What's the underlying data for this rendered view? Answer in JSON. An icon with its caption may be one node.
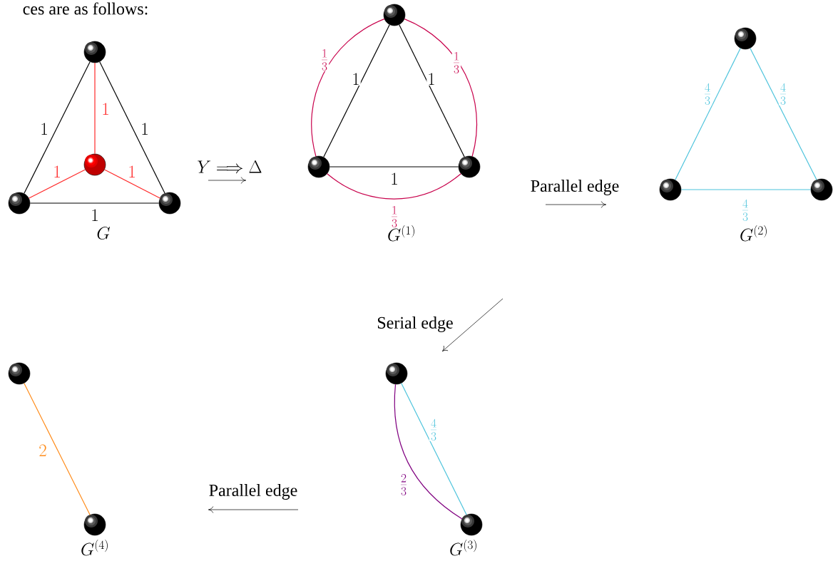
{
  "diagram": {
    "nodes": [
      {
        "text": [],
        "shape": "circle"
      },
      {
        "text": [],
        "shape": "circle"
      },
      {
        "text": [],
        "shape": "circle"
      },
      {
        "text": [],
        "shape": "circle"
      },
      {
        "text": [],
        "shape": "circle"
      },
      {
        "text": [],
        "shape": "circle"
      },
      {
        "text": [],
        "shape": "circle"
      },
      {
        "text": [],
        "shape": "circle"
      },
      {
        "text": [],
        "shape": "circle"
      },
      {
        "text": [],
        "shape": "circle"
      },
      {
        "text": [],
        "shape": "circle"
      },
      {
        "text": [],
        "shape": "circle"
      },
      {
        "text": [],
        "shape": "circle"
      },
      {
        "text": [],
        "shape": "circle"
      }
    ],
    "edges": [
      {
        "from": 0,
        "to": 2,
        "arrow": "none",
        "label": "1"
      },
      {
        "from": 0,
        "to": 3,
        "arrow": "none",
        "label": "1"
      },
      {
        "from": 2,
        "to": 3,
        "arrow": "none",
        "label": "1"
      },
      {
        "from": 1,
        "to": 0,
        "arrow": "none",
        "label": "1",
        "color": "#ff2a2a"
      },
      {
        "from": 1,
        "to": 2,
        "arrow": "none",
        "label": "1",
        "color": "#ff2a2a"
      },
      {
        "from": 1,
        "to": 3,
        "arrow": "none",
        "label": "1",
        "color": "#ff2a2a"
      },
      {
        "from": 4,
        "to": 5,
        "arrow": "none",
        "label": "1"
      },
      {
        "from": 4,
        "to": 6,
        "arrow": "none",
        "label": "1"
      },
      {
        "from": 5,
        "to": 6,
        "arrow": "none",
        "label": "1"
      },
      {
        "from": 4,
        "to": 5,
        "arrow": "none",
        "label": "\\frac{1}{3}",
        "color": "#c8004b"
      },
      {
        "from": 4,
        "to": 6,
        "arrow": "none",
        "label": "\\frac{1}{3}",
        "color": "#c8004b"
      },
      {
        "from": 5,
        "to": 6,
        "arrow": "none",
        "label": "\\frac{1}{3}",
        "color": "#c8004b"
      },
      {
        "from": 7,
        "to": 8,
        "arrow": "none",
        "label": "\\frac{4}{3}",
        "color": "#4cc3dc"
      },
      {
        "from": 7,
        "to": 9,
        "arrow": "none",
        "label": "\\frac{4}{3}",
        "color": "#4cc3dc"
      },
      {
        "from": 8,
        "to": 9,
        "arrow": "none",
        "label": "\\frac{4}{3}",
        "color": "#4cc3dc"
      },
      {
        "from": 10,
        "to": 11,
        "arrow": "none",
        "label": "\\frac{4}{3}",
        "color": "#4cc3dc"
      },
      {
        "from": 10,
        "to": 11,
        "arrow": "none",
        "label": "\\frac{2}{3}",
        "color": "#800080"
      },
      {
        "from": 12,
        "to": 13,
        "arrow": "none",
        "label": "2",
        "color": "#ff8c1a"
      }
    ],
    "labels": [
      "ces are as follows:",
      "G",
      "Y \\Longrightarrow \\Delta",
      "G^{(1)}",
      "Parallel edge",
      "G^{(2)}",
      "Serial edge",
      "Parallel edge",
      "G^{(4)}",
      "G^{(3)}"
    ]
  }
}
